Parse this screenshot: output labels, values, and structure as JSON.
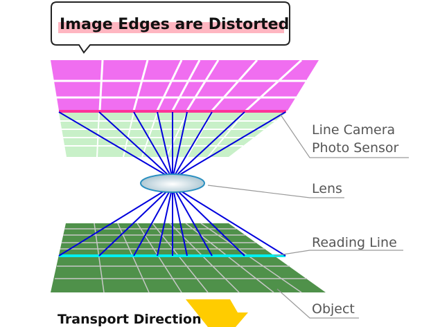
{
  "callout": {
    "text": "Image Edges are Distorted"
  },
  "labels": {
    "sensor_line1": "Line Camera",
    "sensor_line2": "Photo Sensor",
    "lens": "Lens",
    "reading_line": "Reading Line",
    "object": "Object"
  },
  "transport": {
    "text": "Transport Direction"
  },
  "colors": {
    "image_plane": "#f06ef0",
    "sensor_line": "#ff3399",
    "light_plane": "#c8f0c8",
    "rays": "#0000dd",
    "object": "#4f914a",
    "reading_line": "#00f0f0",
    "arrow": "#ffcc00",
    "highlight": "#ffb6c1"
  }
}
